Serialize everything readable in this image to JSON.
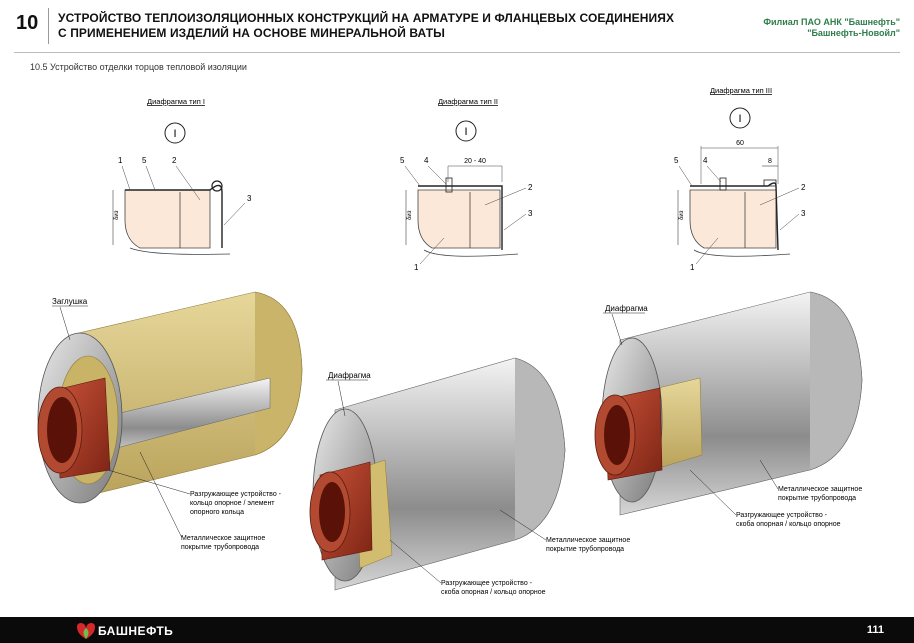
{
  "header": {
    "section_number": "10",
    "title_line1": "УСТРОЙСТВО ТЕПЛОИЗОЛЯЦИОННЫХ КОНСТРУКЦИЙ НА АРМАТУРЕ И ФЛАНЦЕВЫХ СОЕДИНЕНИЯХ",
    "title_line2": "С ПРИМЕНЕНИЕМ ИЗДЕЛИЙ НА ОСНОВЕ МИНЕРАЛЬНОЙ ВАТЫ",
    "branch_line1": "Филиал ПАО АНК \"Башнефть\"",
    "branch_line2": "\"Башнефть-Новойл\""
  },
  "subtitle": "10.5 Устройство отделки торцов тепловой изоляции",
  "diagrams": [
    {
      "title": "Диафрагма тип I",
      "marker": "I",
      "labels": [
        "1",
        "5",
        "2",
        "3"
      ],
      "dim_label": "δиз"
    },
    {
      "title": "Диафрагма тип II",
      "marker": "I",
      "labels": [
        "5",
        "4",
        "2",
        "3",
        "1"
      ],
      "dim_top": "20 - 40",
      "dim_label": "δиз"
    },
    {
      "title": "Диафрагма тип III",
      "marker": "I",
      "labels": [
        "5",
        "4",
        "2",
        "3",
        "1"
      ],
      "dim_top": "60",
      "dim_small": "8",
      "dim_label": "δиз"
    }
  ],
  "illustrations": {
    "left": {
      "tag": "Заглушка",
      "callout1": [
        "Разгружающее устройство -",
        "кольцо опорное / элемент",
        "опорного кольца"
      ],
      "callout2": [
        "Металлическое защитное",
        "покрытие трубопровода"
      ]
    },
    "middle": {
      "tag": "Диафрагма",
      "callout1": [
        "Металлическое защитное",
        "покрытие трубопровода"
      ],
      "callout2": [
        "Разгружающее устройство -",
        "скоба опорная / кольцо опорное"
      ]
    },
    "right": {
      "tag": "Диафрагма",
      "callout1": [
        "Металлическое защитное",
        "покрытие трубопровода"
      ],
      "callout2": [
        "Разгружающее устройство -",
        "скоба опорная / кольцо опорное"
      ]
    }
  },
  "footer": {
    "brand": "БАШНЕФТЬ",
    "page_number": "111"
  },
  "colors": {
    "accent_green": "#2e7d4a",
    "logo_red": "#d62828",
    "logo_green": "#6abf4b",
    "footer_bg": "#0a0a0a",
    "insulation": "#d9c47a",
    "pipe": "#a8321e"
  }
}
